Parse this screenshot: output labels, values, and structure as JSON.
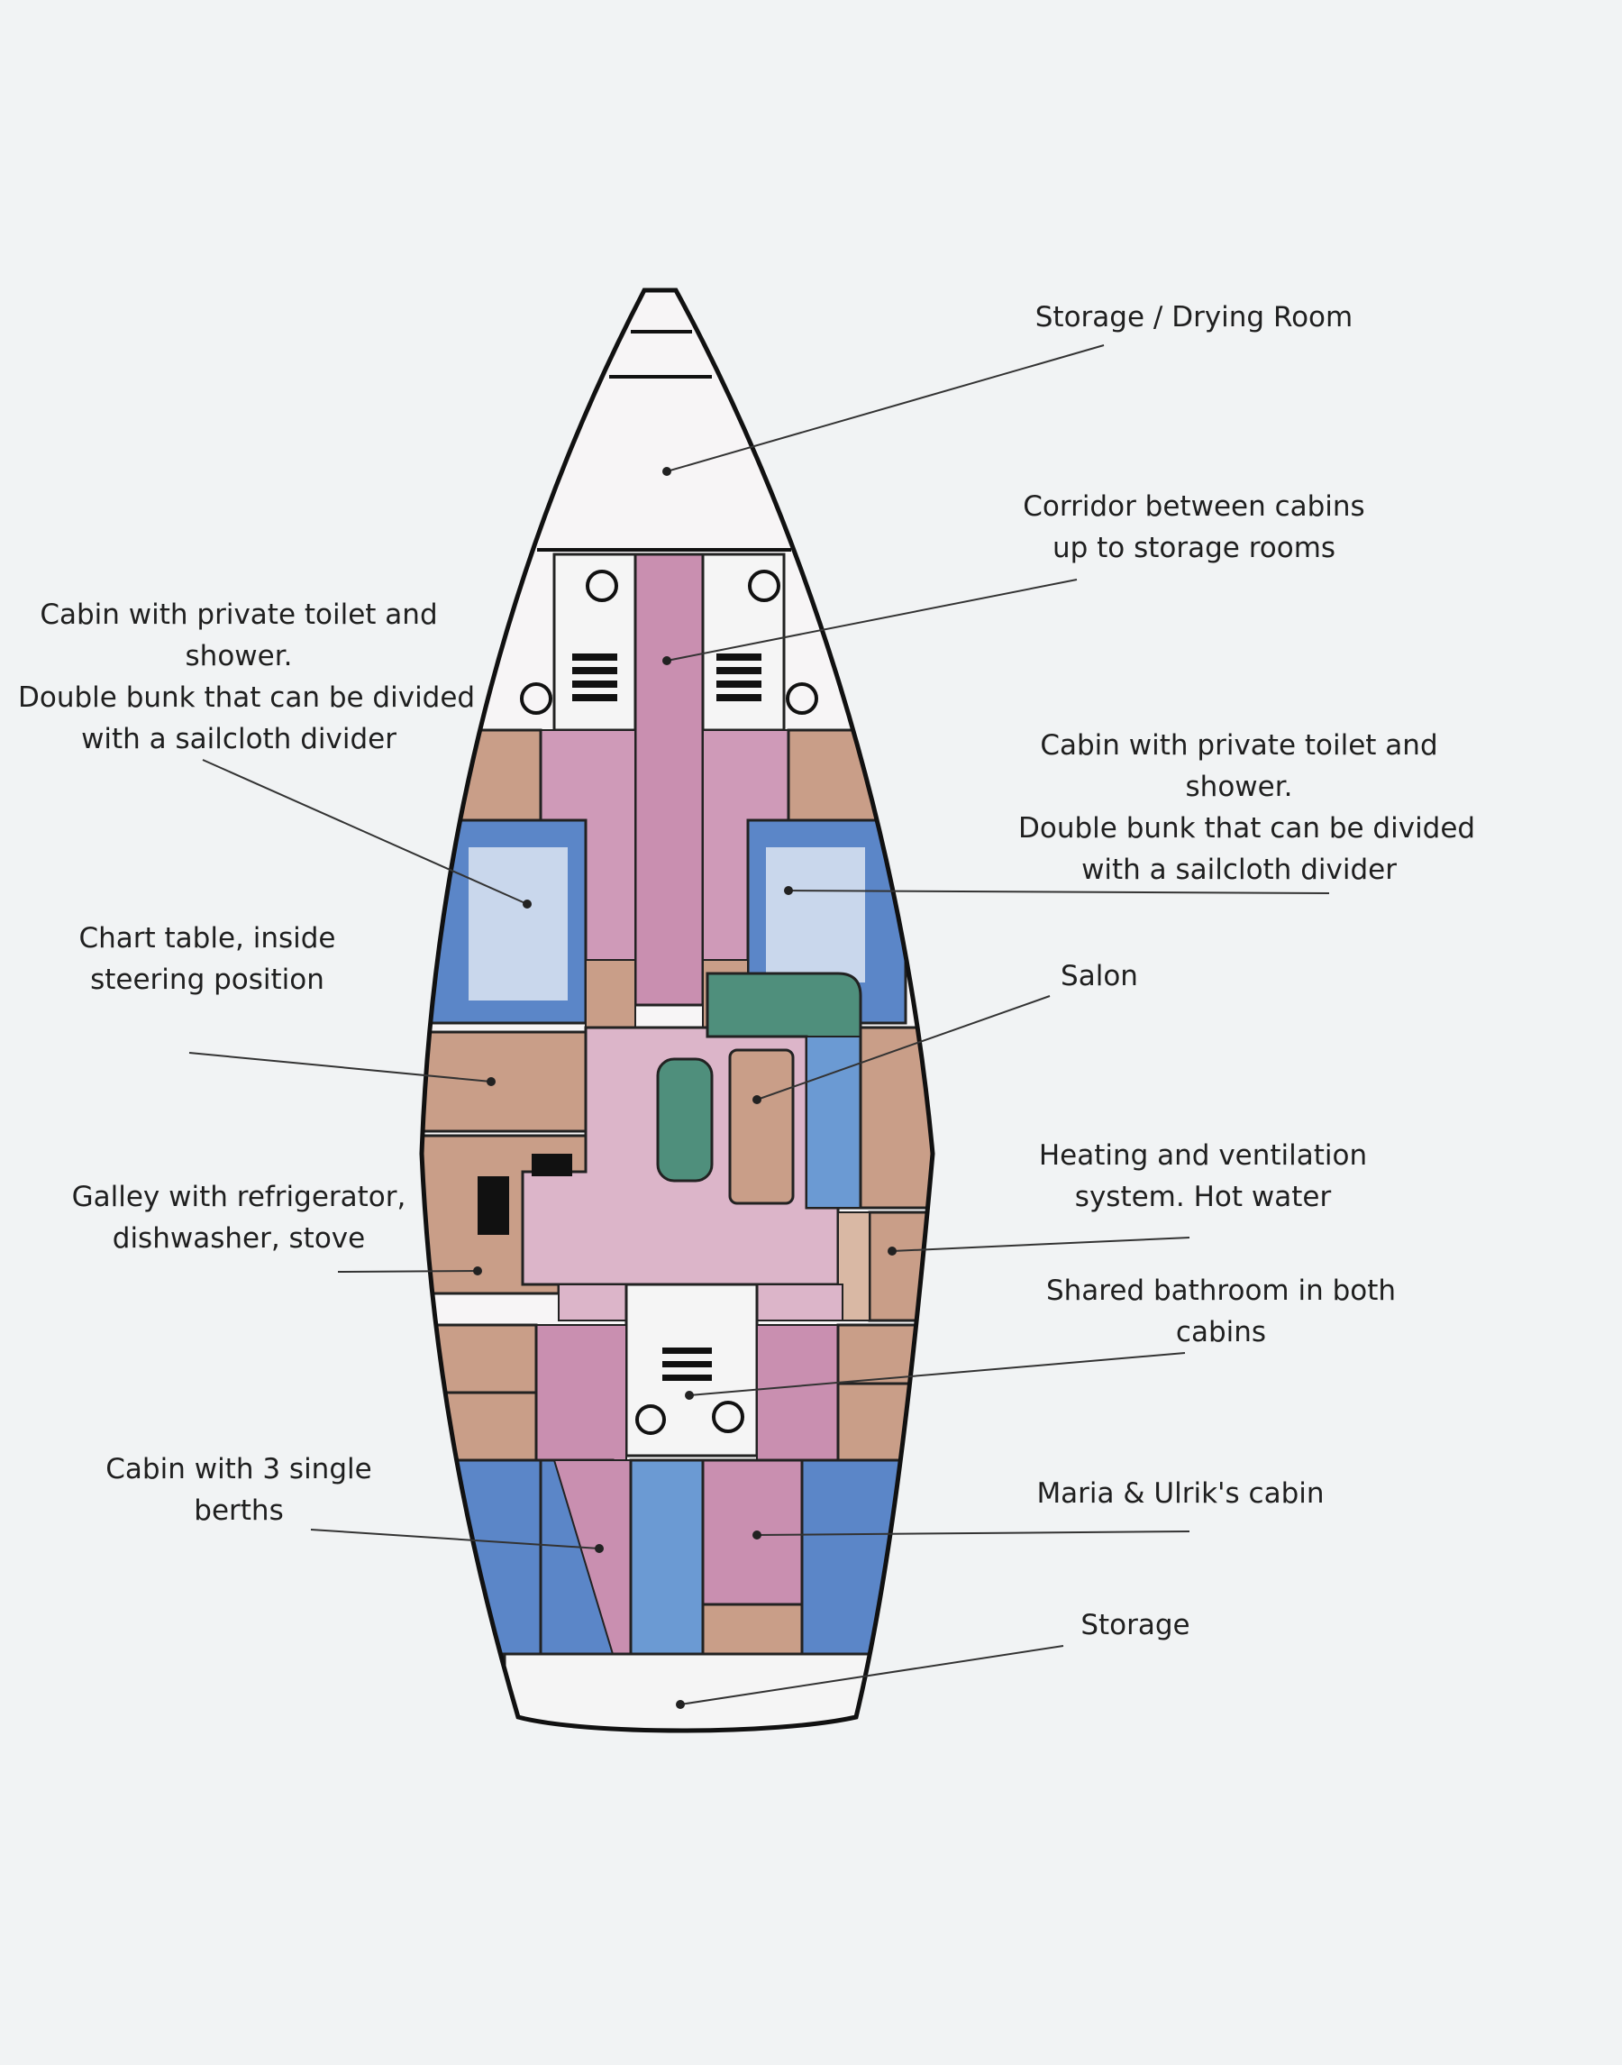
{
  "labels": {
    "storage_drying_room": [
      "Storage / Drying Room"
    ],
    "corridor": [
      "Corridor between cabins",
      "up to storage rooms"
    ],
    "cabin_fore_port": [
      "Cabin with private toilet and",
      "shower.",
      "Double bunk that can be divided",
      "with a sailcloth divider"
    ],
    "cabin_fore_starboard": [
      "Cabin with private toilet and",
      "shower.",
      "Double bunk that can be divided",
      "with a sailcloth divider"
    ],
    "chart_table": [
      "Chart table, inside",
      "steering position"
    ],
    "salon": [
      "Salon"
    ],
    "heating": [
      "Heating and ventilation",
      "system. Hot water"
    ],
    "galley": [
      "Galley with refrigerator,",
      "dishwasher, stove"
    ],
    "shared_bathroom": [
      "Shared bathroom in both",
      "cabins"
    ],
    "cabin_three_berths": [
      "Cabin with 3 single",
      "berths"
    ],
    "owners_cabin": [
      "Maria & Ulrik's cabin"
    ],
    "storage_aft": [
      "Storage"
    ]
  },
  "colors": {
    "background": "#f1f3f4",
    "outline": "#111111",
    "berth_blue": "#5b86c8",
    "corridor_pink": "#c98fb0",
    "wood_brown": "#c89b82",
    "sofa_green": "#4f8f7c"
  }
}
